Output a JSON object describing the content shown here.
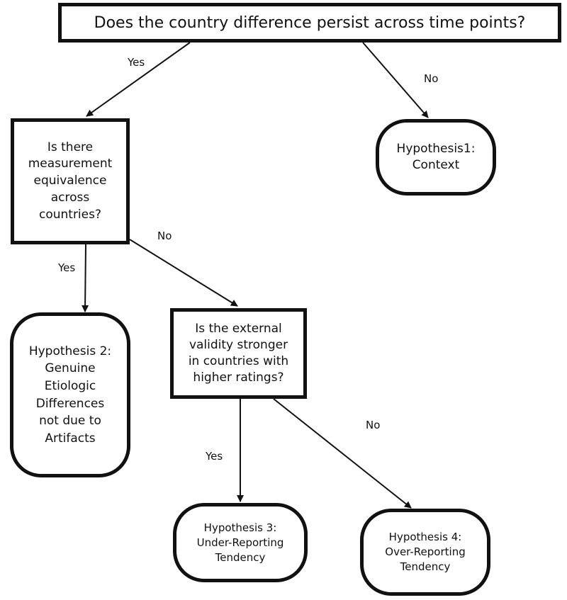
{
  "diagram": {
    "nodes": {
      "q1": "Does the country difference persist across time points?",
      "q2": "Is there\nmeasurement\nequivalence\nacross\ncountries?",
      "q3": "Is the external\nvalidity stronger\nin countries with\nhigher ratings?",
      "h1": "Hypothesis1:\nContext",
      "h2": "Hypothesis 2:\nGenuine\nEtiologic\nDifferences\nnot due to\nArtifacts",
      "h3": "Hypothesis 3:\nUnder-Reporting\nTendency",
      "h4": "Hypothesis 4:\nOver-Reporting\nTendency"
    },
    "edges": [
      {
        "from": "q1",
        "to": "q2",
        "label": "Yes"
      },
      {
        "from": "q1",
        "to": "h1",
        "label": "No"
      },
      {
        "from": "q2",
        "to": "h2",
        "label": "Yes"
      },
      {
        "from": "q2",
        "to": "q3",
        "label": "No"
      },
      {
        "from": "q3",
        "to": "h3",
        "label": "Yes"
      },
      {
        "from": "q3",
        "to": "h4",
        "label": "No"
      }
    ]
  }
}
